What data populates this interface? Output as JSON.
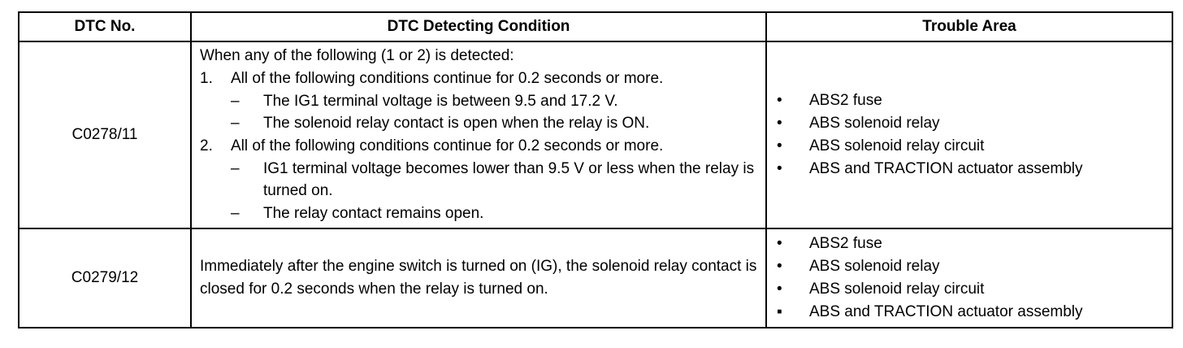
{
  "headers": {
    "dtc_no": "DTC No.",
    "condition": "DTC Detecting Condition",
    "trouble": "Trouble Area"
  },
  "rows": [
    {
      "code": "C0278/11",
      "condition": {
        "intro": "When any of the following (1 or 2) is detected:",
        "items": [
          {
            "num": "1.",
            "text": "All of the following conditions continue for 0.2 seconds or more.",
            "subs": [
              {
                "dash": "–",
                "text": "The IG1 terminal voltage is between 9.5 and 17.2 V."
              },
              {
                "dash": "–",
                "text": "The solenoid relay contact is open when the relay is ON."
              }
            ]
          },
          {
            "num": "2.",
            "text": "All of the following conditions continue for 0.2 seconds or more.",
            "subs": [
              {
                "dash": "–",
                "text": "IG1 terminal voltage becomes lower than 9.5 V or less when the relay is turned on."
              },
              {
                "dash": "–",
                "text": "The relay contact remains open."
              }
            ]
          }
        ]
      },
      "trouble": [
        {
          "bullet": "•",
          "text": "ABS2 fuse"
        },
        {
          "bullet": "•",
          "text": "ABS solenoid relay"
        },
        {
          "bullet": "•",
          "text": "ABS solenoid relay circuit"
        },
        {
          "bullet": "•",
          "text": "ABS and TRACTION actuator assembly"
        }
      ]
    },
    {
      "code": "C0279/12",
      "condition": {
        "text": "Immediately after the engine switch is turned on (IG), the solenoid relay contact is closed for 0.2 seconds when the relay is turned on."
      },
      "trouble": [
        {
          "bullet": "•",
          "text": "ABS2 fuse"
        },
        {
          "bullet": "•",
          "text": "ABS solenoid relay"
        },
        {
          "bullet": "•",
          "text": "ABS solenoid relay circuit"
        },
        {
          "bullet": "▪",
          "text": "ABS and TRACTION actuator assembly"
        }
      ]
    }
  ]
}
